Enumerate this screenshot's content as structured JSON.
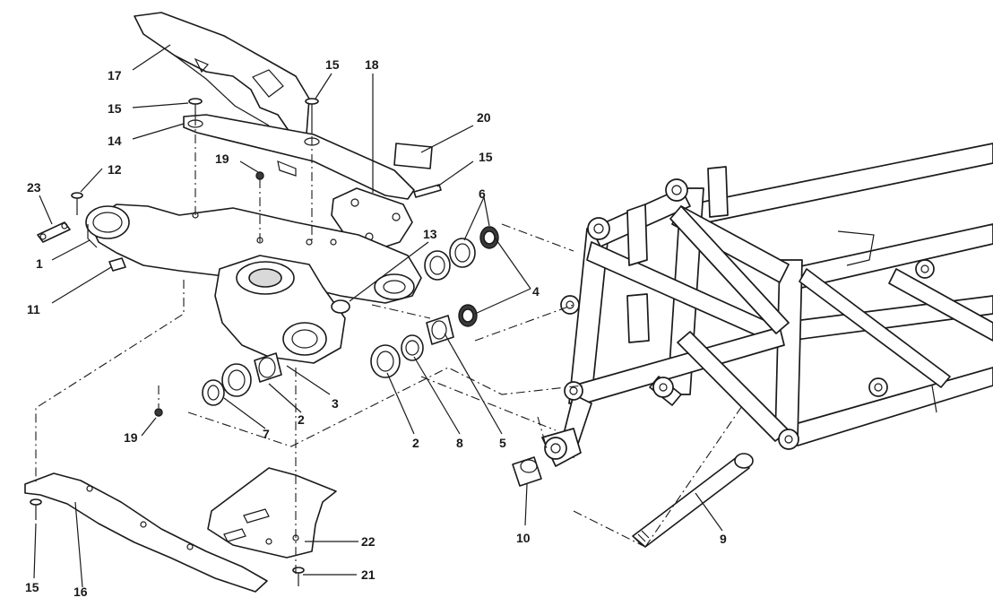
{
  "diagram": {
    "callouts": [
      {
        "id": "c17",
        "text": "17"
      },
      {
        "id": "c15a",
        "text": "15"
      },
      {
        "id": "c18",
        "text": "18"
      },
      {
        "id": "c15b",
        "text": "15"
      },
      {
        "id": "c14",
        "text": "14"
      },
      {
        "id": "c20",
        "text": "20"
      },
      {
        "id": "c19a",
        "text": "19"
      },
      {
        "id": "c12",
        "text": "12"
      },
      {
        "id": "c15c",
        "text": "15"
      },
      {
        "id": "c23",
        "text": "23"
      },
      {
        "id": "c6",
        "text": "6"
      },
      {
        "id": "c13",
        "text": "13"
      },
      {
        "id": "c1",
        "text": "1"
      },
      {
        "id": "c4",
        "text": "4"
      },
      {
        "id": "c11",
        "text": "11"
      },
      {
        "id": "c3",
        "text": "3"
      },
      {
        "id": "c2a",
        "text": "2"
      },
      {
        "id": "c19b",
        "text": "19"
      },
      {
        "id": "c7",
        "text": "7"
      },
      {
        "id": "c2b",
        "text": "2"
      },
      {
        "id": "c8",
        "text": "8"
      },
      {
        "id": "c5",
        "text": "5"
      },
      {
        "id": "c10",
        "text": "10"
      },
      {
        "id": "c9",
        "text": "9"
      },
      {
        "id": "c22",
        "text": "22"
      },
      {
        "id": "c21",
        "text": "21"
      },
      {
        "id": "c15d",
        "text": "15"
      },
      {
        "id": "c16",
        "text": "16"
      }
    ]
  }
}
